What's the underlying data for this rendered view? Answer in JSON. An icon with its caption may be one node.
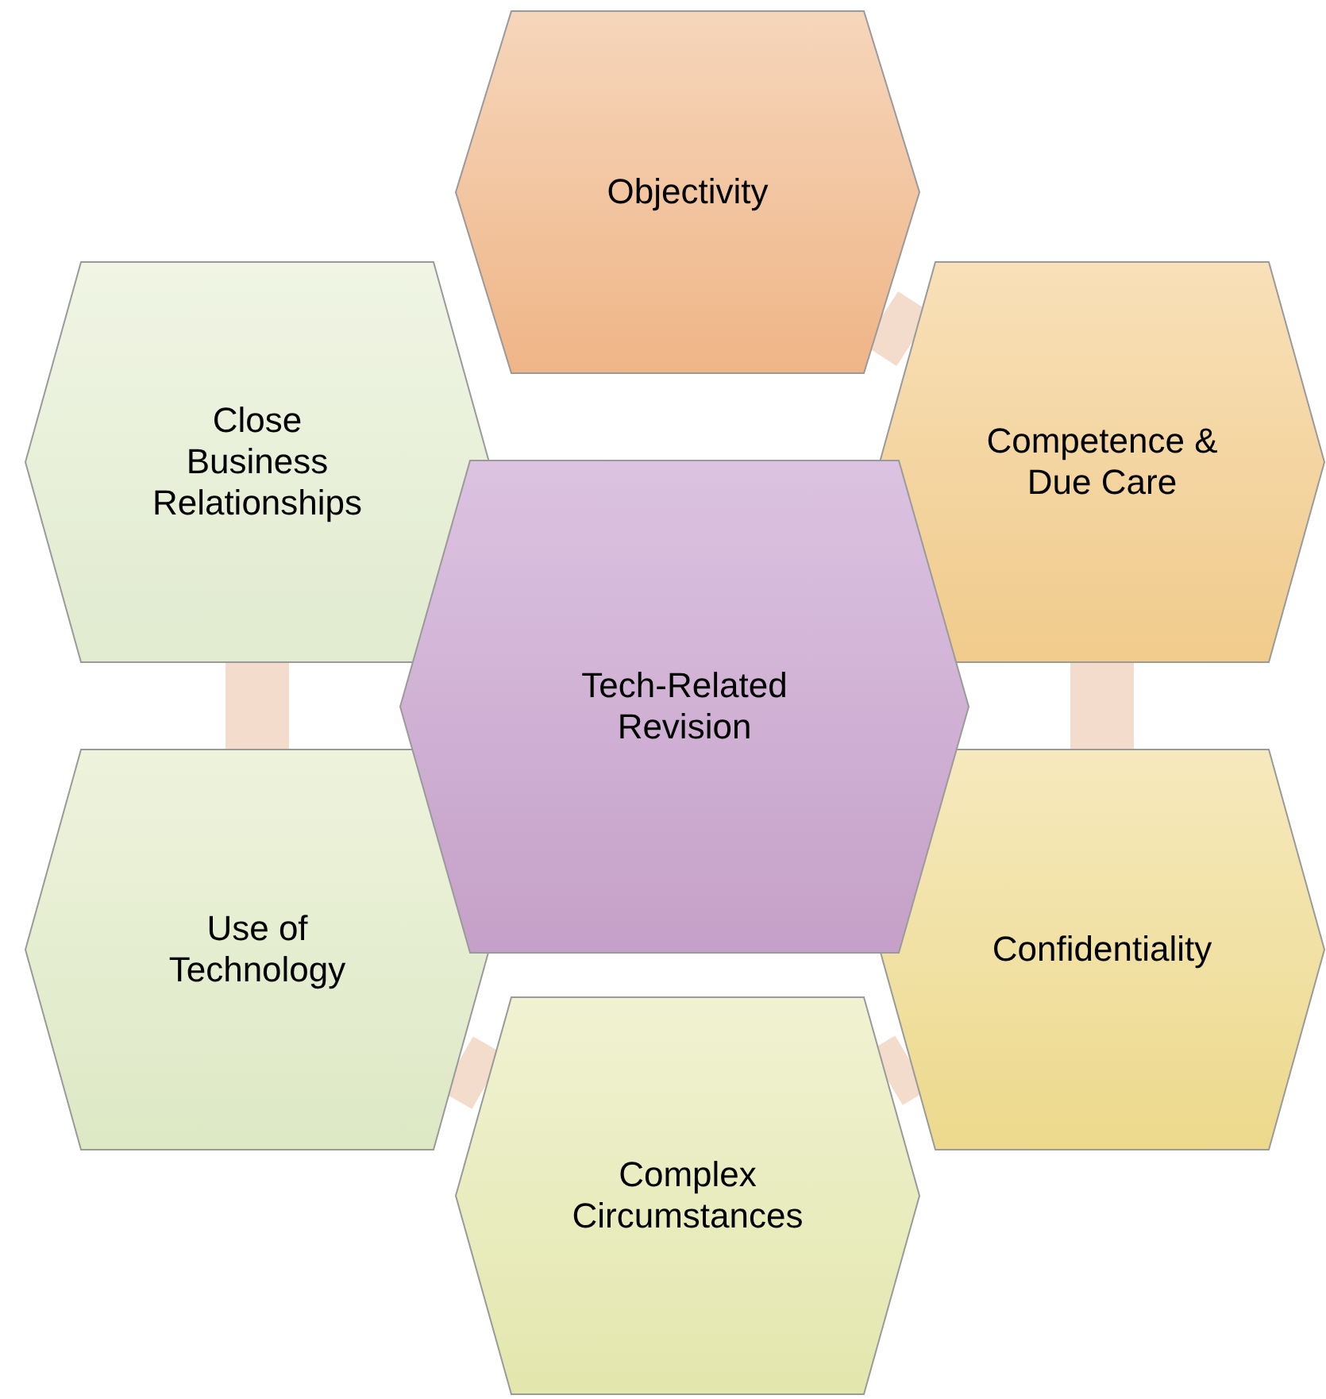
{
  "diagram": {
    "nodes": [
      {
        "text": [
          "Objectivity"
        ]
      },
      {
        "text": [
          "Competence & Due Care"
        ]
      },
      {
        "text": [
          "Confidentiality"
        ]
      },
      {
        "text": [
          "Complex Circumstances"
        ]
      },
      {
        "text": [
          "Use of Technology"
        ]
      },
      {
        "text": [
          "Close Business Relationships"
        ]
      },
      {
        "text": [
          "Tech-Related Revision"
        ]
      }
    ],
    "edges": [
      {
        "from": 0,
        "to": 1,
        "arrow": "none"
      },
      {
        "from": 1,
        "to": 2,
        "arrow": "none"
      },
      {
        "from": 2,
        "to": 3,
        "arrow": "none"
      },
      {
        "from": 3,
        "to": 4,
        "arrow": "none"
      },
      {
        "from": 4,
        "to": 5,
        "arrow": "none"
      }
    ]
  }
}
